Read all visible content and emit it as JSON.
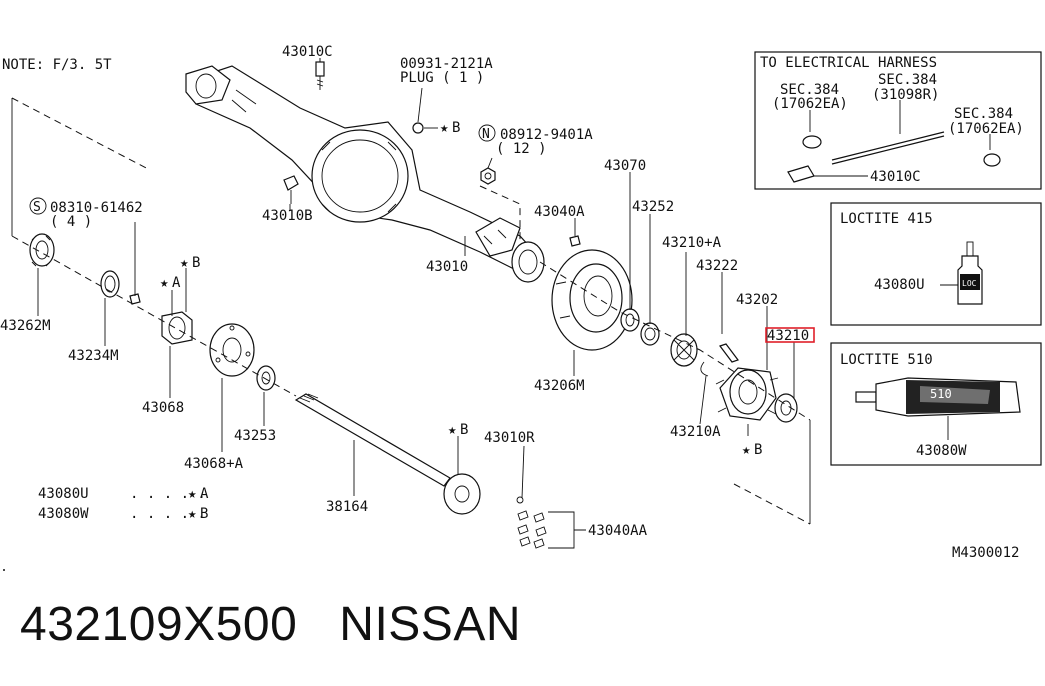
{
  "note": "NOTE: F/3. 5T",
  "labels": {
    "p43010c": "43010C",
    "p00931": "00931-2121A",
    "plug": "PLUG ( 1 )",
    "starB_plug": "B",
    "p08912": "08912-9401A",
    "p08912_qty": "( 12 )",
    "p08310": "08310-61462",
    "p08310_qty": "( 4 )",
    "p43010b": "43010B",
    "p43010": "43010",
    "p43040a": "43040A",
    "p43070": "43070",
    "p43252": "43252",
    "p43210a_plus": "43210+A",
    "p43222": "43222",
    "p43202": "43202",
    "p43210_hl": "43210",
    "p43262m": "43262M",
    "p43234m": "43234M",
    "p43068": "43068",
    "p43068a": "43068+A",
    "p43253": "43253",
    "p43206m": "43206M",
    "p43210a": "43210A",
    "p38164": "38164",
    "p43010r": "43010R",
    "p43040aa": "43040AA",
    "legend_u": "43080U",
    "legend_w": "43080W",
    "legend_dots": ". . . . .",
    "legend_a": "A",
    "legend_b": "B",
    "starA_43068": "A",
    "starB_43068": "B",
    "starB_38164": "B",
    "starB_hub": "B",
    "s_circle": "S",
    "n_circle": "N",
    "code": "M4300012"
  },
  "harness_box": {
    "title": "TO ELECTRICAL HARNESS",
    "sec1": "SEC.384",
    "sec1_code": "(17062EA)",
    "sec2": "SEC.384",
    "sec2_code": "(31098R)",
    "sec3": "SEC.384",
    "sec3_code": "(17062EA)",
    "part": "43010C"
  },
  "loctite415": {
    "title": "LOCTITE 415",
    "part": "43080U",
    "bottle_text": "LOC"
  },
  "loctite510": {
    "title": "LOCTITE 510",
    "part": "43080W",
    "tube_text": "510"
  },
  "caption": {
    "part_number": "432109X500",
    "brand": "NISSAN"
  },
  "colors": {
    "highlight": "#e0202a",
    "ink": "#111111"
  }
}
